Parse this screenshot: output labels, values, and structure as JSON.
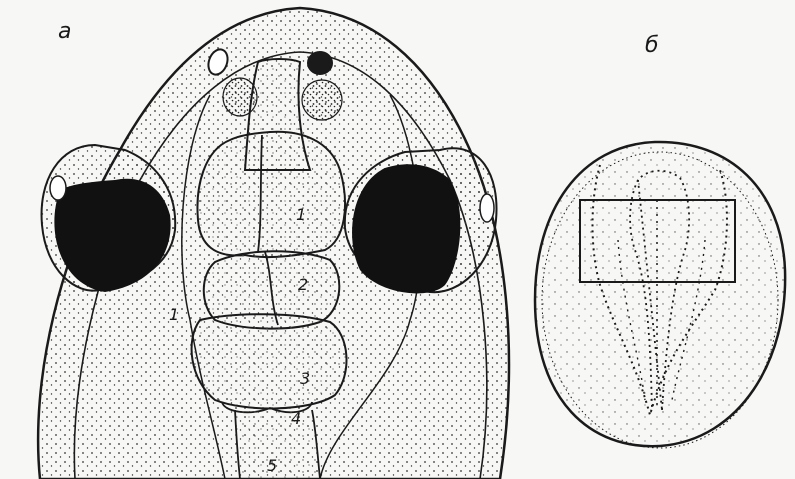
{
  "figure": {
    "panel_a_label": "а",
    "panel_b_label": "б",
    "region_labels": [
      "1",
      "2",
      "3",
      "4",
      "5"
    ],
    "side_label": "1"
  },
  "colors": {
    "ink": "#1a1a1a",
    "paper": "#f7f7f5",
    "eye_fill": "#111111"
  }
}
